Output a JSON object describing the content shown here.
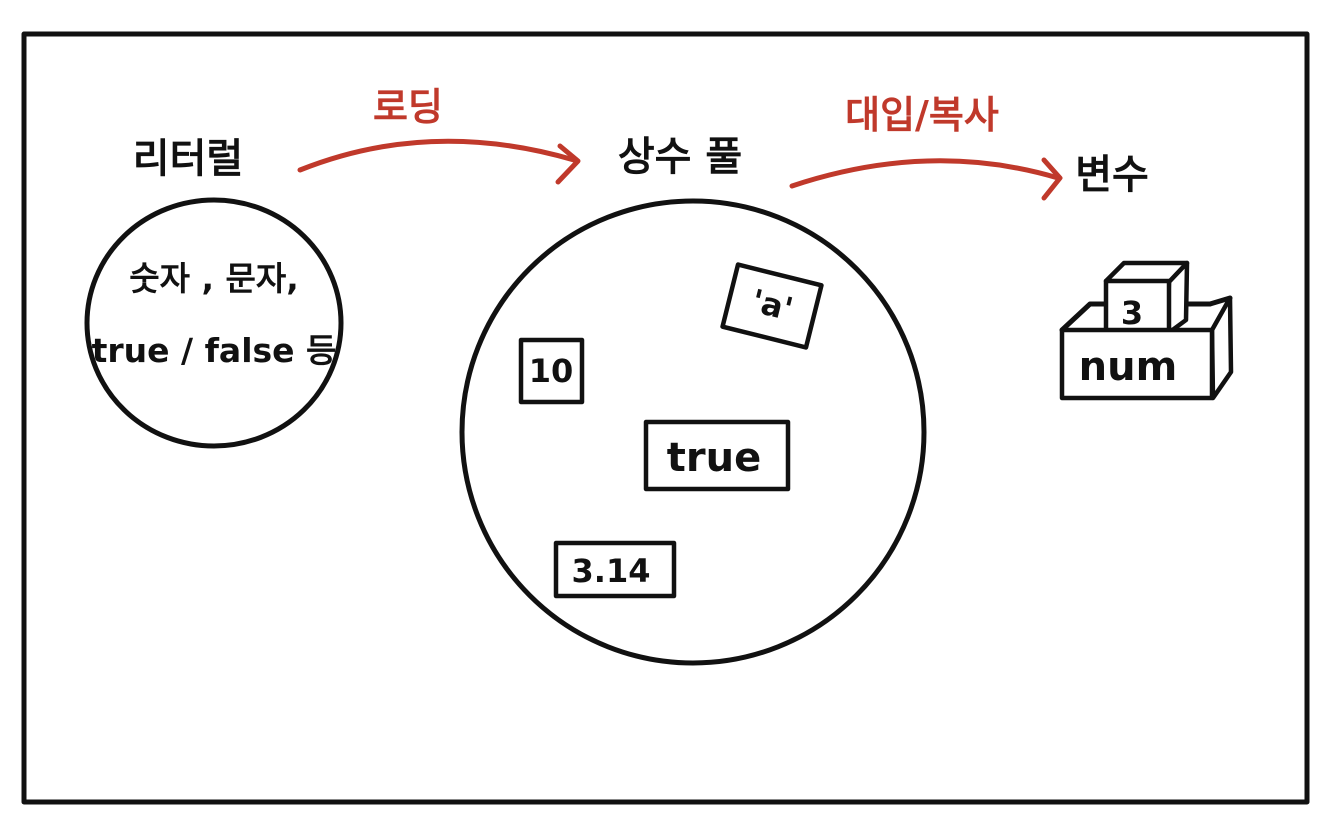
{
  "colors": {
    "ink": "#111111",
    "accent": "#c0392b",
    "background": "#ffffff"
  },
  "literal": {
    "title": "리터럴",
    "line1": "숫자 , 문자,",
    "line2": "true / false 등"
  },
  "loading": {
    "label": "로딩"
  },
  "pool": {
    "title": "상수 풀",
    "items": {
      "char": "'a'",
      "ten": "10",
      "bool": "true",
      "pi": "3.14"
    }
  },
  "assign": {
    "label": "대입/복사"
  },
  "variable": {
    "title": "변수",
    "value": "3",
    "name": "num"
  }
}
